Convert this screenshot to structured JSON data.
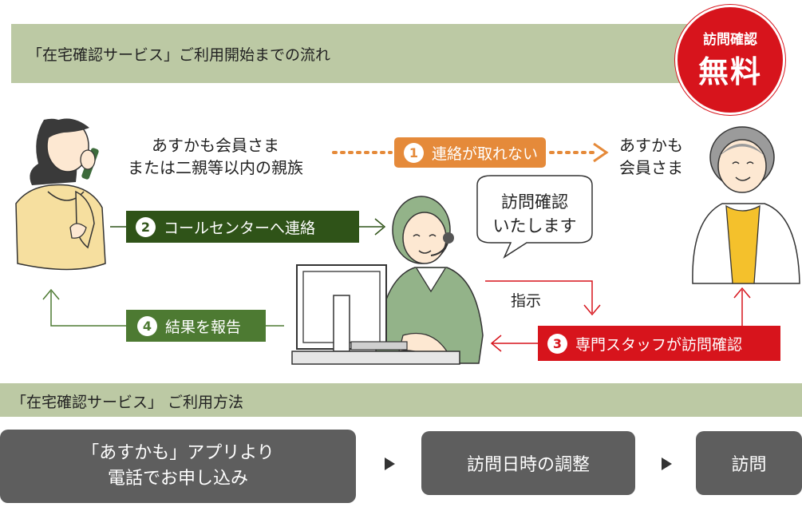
{
  "header": {
    "title": "「在宅確認サービス」ご利用開始までの流れ"
  },
  "badge": {
    "line1": "訪問確認",
    "line2": "無料",
    "color": "#d7141c"
  },
  "flow": {
    "member_left": [
      "あすかも会員さま",
      "または二親等以内の親族"
    ],
    "member_right": [
      "あすかも",
      "会員さま"
    ],
    "step1": {
      "num": "1",
      "label": "連絡が取れない",
      "color": "#e58a3a"
    },
    "step2": {
      "num": "2",
      "label": "コールセンターへ連絡",
      "color": "#2f5318"
    },
    "step3": {
      "num": "3",
      "label": "専門スタッフが訪問確認",
      "color": "#d7141c"
    },
    "step4": {
      "num": "4",
      "label": "結果を報告",
      "color": "#4d7a32"
    },
    "speech": [
      "訪問確認",
      "いたします"
    ],
    "instruction": "指示"
  },
  "usage": {
    "title": "「在宅確認サービス」 ご利用方法",
    "steps": [
      {
        "line1": "「あすかも」アプリより",
        "line2": "電話でお申し込み"
      },
      {
        "line1": "訪問日時の調整"
      },
      {
        "line1": "訪問"
      }
    ]
  },
  "colors": {
    "header_bg": "#bcc9a4",
    "step_bg": "#5e5e5e",
    "skin": "#fde8d2",
    "operator_green": "#93b389"
  }
}
